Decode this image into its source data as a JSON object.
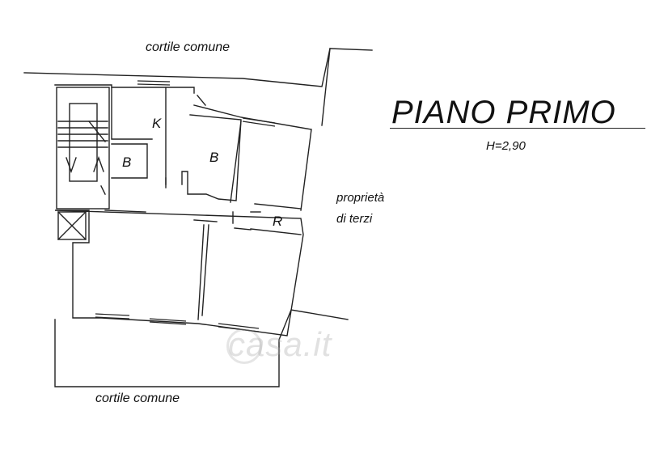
{
  "labels": {
    "courtyard_top": "cortile comune",
    "courtyard_bottom": "cortile comune",
    "title": "PIANO PRIMO",
    "height": "H=2,90",
    "third_party_line1": "proprietà",
    "third_party_line2": "di terzi"
  },
  "rooms": {
    "kitchen": "K",
    "bath_1": "B",
    "bath_2": "B",
    "storage": "R"
  },
  "watermark": {
    "icon": "casa-logo-icon",
    "text": "casa.it"
  },
  "colors": {
    "line": "#222222",
    "watermark": "#aaaaaa"
  }
}
